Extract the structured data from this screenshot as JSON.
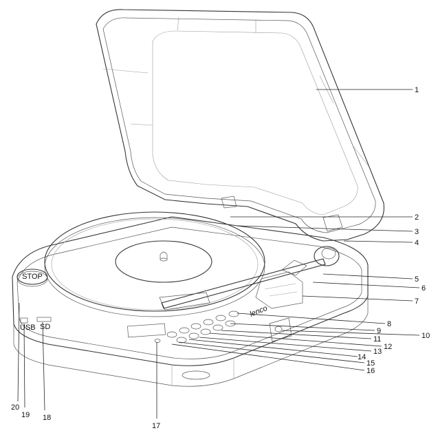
{
  "device": {
    "brand_logo": "lenco",
    "stop_label": "STOP",
    "usb_label": "USB",
    "sd_label": "SD"
  },
  "callouts": [
    "1",
    "2",
    "3",
    "4",
    "5",
    "6",
    "7",
    "8",
    "9",
    "10",
    "11",
    "12",
    "13",
    "14",
    "15",
    "16",
    "17",
    "18",
    "19",
    "20"
  ]
}
